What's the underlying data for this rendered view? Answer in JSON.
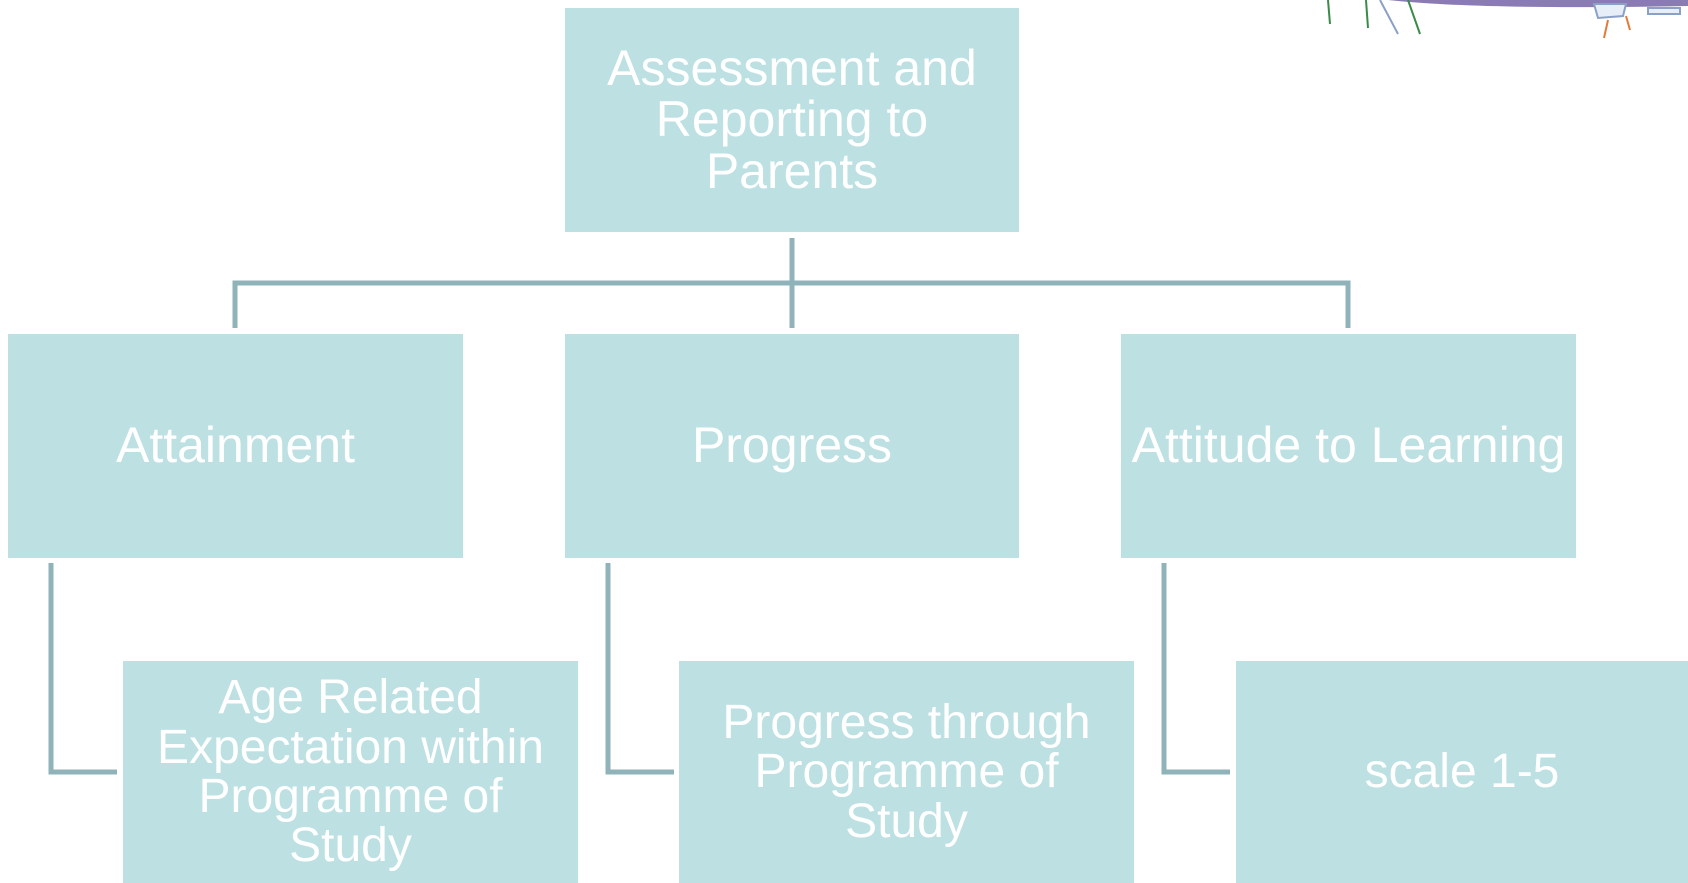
{
  "diagram": {
    "root": {
      "label": "Assessment and Reporting to Parents"
    },
    "level1": [
      {
        "label": "Attainment"
      },
      {
        "label": "Progress"
      },
      {
        "label": "Attitude to Learning"
      }
    ],
    "level2": [
      {
        "label": "Age Related Expectation within Programme of Study"
      },
      {
        "label": "Progress through Programme of Study"
      },
      {
        "label": "scale 1-5"
      }
    ]
  },
  "colors": {
    "box_fill": "#bde0e3",
    "box_text": "#ffffff",
    "connector": "#8fb3b8",
    "decor_purple": "#8a7bb5"
  }
}
